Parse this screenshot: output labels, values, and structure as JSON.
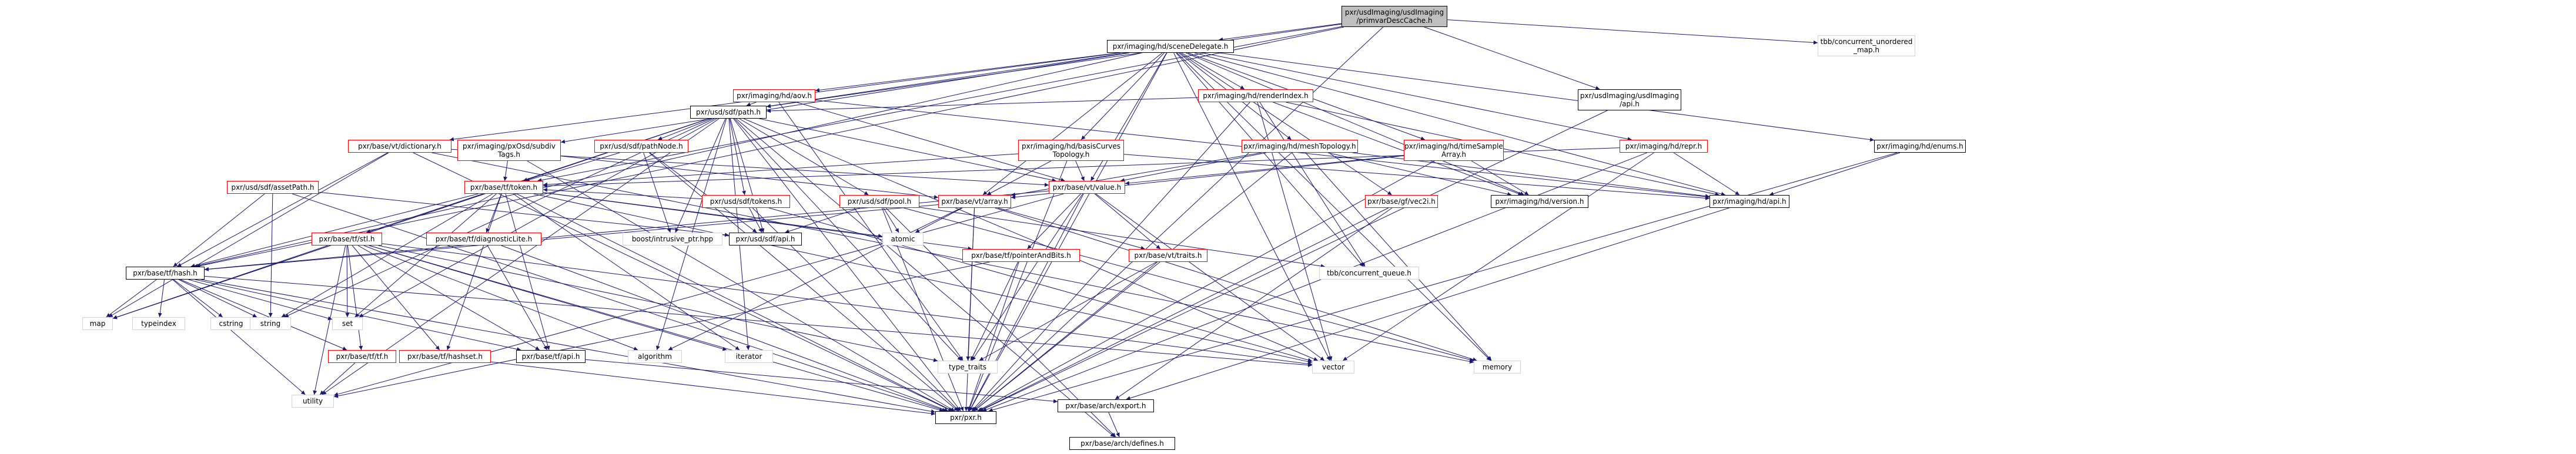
{
  "nodes": [
    {
      "id": "root",
      "lines": [
        "pxr/usdImaging/usdImaging",
        "/primvarDescCache.h"
      ],
      "style": "root",
      "link": false
    },
    {
      "id": "sceneDelegate",
      "lines": [
        "pxr/imaging/hd/sceneDelegate.h"
      ],
      "style": "black",
      "link": true
    },
    {
      "id": "tbbUnorderedMap",
      "lines": [
        "tbb/concurrent_unordered",
        "_map.h"
      ],
      "style": "plain",
      "link": false
    },
    {
      "id": "usdImagingApi",
      "lines": [
        "pxr/usdImaging/usdImaging",
        "/api.h"
      ],
      "style": "black",
      "link": true
    },
    {
      "id": "aov",
      "lines": [
        "pxr/imaging/hd/aov.h"
      ],
      "style": "red",
      "link": true
    },
    {
      "id": "renderIndex",
      "lines": [
        "pxr/imaging/hd/renderIndex.h"
      ],
      "style": "red",
      "link": true
    },
    {
      "id": "sdfPath",
      "lines": [
        "pxr/usd/sdf/path.h"
      ],
      "style": "black",
      "link": true
    },
    {
      "id": "vtDictionary",
      "lines": [
        "pxr/base/vt/dictionary.h"
      ],
      "style": "red",
      "link": true
    },
    {
      "id": "pxOsdSubdivTags",
      "lines": [
        "pxr/imaging/pxOsd/subdiv",
        "Tags.h"
      ],
      "style": "red",
      "link": true
    },
    {
      "id": "sdfPathNode",
      "lines": [
        "pxr/usd/sdf/pathNode.h"
      ],
      "style": "red",
      "link": true
    },
    {
      "id": "basisCurvesTopology",
      "lines": [
        "pxr/imaging/hd/basisCurves",
        "Topology.h"
      ],
      "style": "red",
      "link": true
    },
    {
      "id": "meshTopology",
      "lines": [
        "pxr/imaging/hd/meshTopology.h"
      ],
      "style": "red",
      "link": true
    },
    {
      "id": "timeSampleArray",
      "lines": [
        "pxr/imaging/hd/timeSample",
        "Array.h"
      ],
      "style": "red",
      "link": true
    },
    {
      "id": "hdRepr",
      "lines": [
        "pxr/imaging/hd/repr.h"
      ],
      "style": "red",
      "link": true
    },
    {
      "id": "hdEnums",
      "lines": [
        "pxr/imaging/hd/enums.h"
      ],
      "style": "black",
      "link": true
    },
    {
      "id": "sdfAssetPath",
      "lines": [
        "pxr/usd/sdf/assetPath.h"
      ],
      "style": "red",
      "link": true
    },
    {
      "id": "tfToken",
      "lines": [
        "pxr/base/tf/token.h"
      ],
      "style": "red",
      "link": true
    },
    {
      "id": "tfStl",
      "lines": [
        "pxr/base/tf/stl.h"
      ],
      "style": "red",
      "link": true
    },
    {
      "id": "sdfTokens",
      "lines": [
        "pxr/usd/sdf/tokens.h"
      ],
      "style": "red",
      "link": true
    },
    {
      "id": "sdfPool",
      "lines": [
        "pxr/usd/sdf/pool.h"
      ],
      "style": "red",
      "link": true
    },
    {
      "id": "vtArray",
      "lines": [
        "pxr/base/vt/array.h"
      ],
      "style": "red",
      "link": true
    },
    {
      "id": "vtValue",
      "lines": [
        "pxr/base/vt/value.h"
      ],
      "style": "red",
      "link": true
    },
    {
      "id": "gfVec2i",
      "lines": [
        "pxr/base/gf/vec2i.h"
      ],
      "style": "red",
      "link": true
    },
    {
      "id": "hdVersion",
      "lines": [
        "pxr/imaging/hd/version.h"
      ],
      "style": "black",
      "link": true
    },
    {
      "id": "hdApi",
      "lines": [
        "pxr/imaging/hd/api.h"
      ],
      "style": "black",
      "link": true
    },
    {
      "id": "tfHash",
      "lines": [
        "pxr/base/tf/hash.h"
      ],
      "style": "black",
      "link": true
    },
    {
      "id": "tfDiagnosticLite",
      "lines": [
        "pxr/base/tf/diagnosticLite.h"
      ],
      "style": "red",
      "link": true
    },
    {
      "id": "boostIntrusive",
      "lines": [
        "boost/intrusive_ptr.hpp"
      ],
      "style": "plain",
      "link": false
    },
    {
      "id": "sdfApi",
      "lines": [
        "pxr/usd/sdf/api.h"
      ],
      "style": "black",
      "link": true
    },
    {
      "id": "atomic",
      "lines": [
        "atomic"
      ],
      "style": "plain",
      "link": false
    },
    {
      "id": "tfPointerAndBits",
      "lines": [
        "pxr/base/tf/pointerAndBits.h"
      ],
      "style": "red",
      "link": true
    },
    {
      "id": "vtTraits",
      "lines": [
        "pxr/base/vt/traits.h"
      ],
      "style": "red",
      "link": true
    },
    {
      "id": "tbbQueue",
      "lines": [
        "tbb/concurrent_queue.h"
      ],
      "style": "plain",
      "link": false
    },
    {
      "id": "map",
      "lines": [
        "map"
      ],
      "style": "plain",
      "link": false
    },
    {
      "id": "typeindex",
      "lines": [
        "typeindex"
      ],
      "style": "plain",
      "link": false
    },
    {
      "id": "cstring",
      "lines": [
        "cstring"
      ],
      "style": "plain",
      "link": false
    },
    {
      "id": "string",
      "lines": [
        "string"
      ],
      "style": "plain",
      "link": false
    },
    {
      "id": "set",
      "lines": [
        "set"
      ],
      "style": "plain",
      "link": false
    },
    {
      "id": "tfTf",
      "lines": [
        "pxr/base/tf/tf.h"
      ],
      "style": "red",
      "link": true
    },
    {
      "id": "tfHashset",
      "lines": [
        "pxr/base/tf/hashset.h"
      ],
      "style": "red",
      "link": true
    },
    {
      "id": "tfApi",
      "lines": [
        "pxr/base/tf/api.h"
      ],
      "style": "black",
      "link": true
    },
    {
      "id": "algorithm",
      "lines": [
        "algorithm"
      ],
      "style": "plain",
      "link": false
    },
    {
      "id": "iterator",
      "lines": [
        "iterator"
      ],
      "style": "plain",
      "link": false
    },
    {
      "id": "typeTraits",
      "lines": [
        "type_traits"
      ],
      "style": "plain",
      "link": false
    },
    {
      "id": "vector",
      "lines": [
        "vector"
      ],
      "style": "plain",
      "link": false
    },
    {
      "id": "memory",
      "lines": [
        "memory"
      ],
      "style": "plain",
      "link": false
    },
    {
      "id": "utility",
      "lines": [
        "utility"
      ],
      "style": "plain",
      "link": false
    },
    {
      "id": "pxr",
      "lines": [
        "pxr/pxr.h"
      ],
      "style": "black",
      "link": true
    },
    {
      "id": "archExport",
      "lines": [
        "pxr/base/arch/export.h"
      ],
      "style": "black",
      "link": true
    },
    {
      "id": "archDefines",
      "lines": [
        "pxr/base/arch/defines.h"
      ],
      "style": "black",
      "link": true
    }
  ],
  "edges": [
    [
      "root",
      "sceneDelegate"
    ],
    [
      "root",
      "tbbUnorderedMap"
    ],
    [
      "root",
      "usdImagingApi"
    ],
    [
      "root",
      "sdfPath"
    ],
    [
      "root",
      "tfToken"
    ],
    [
      "root",
      "tfHash"
    ],
    [
      "root",
      "pxr"
    ],
    [
      "usdImagingApi",
      "pxr"
    ],
    [
      "sceneDelegate",
      "aov"
    ],
    [
      "sceneDelegate",
      "renderIndex"
    ],
    [
      "sceneDelegate",
      "sdfPath"
    ],
    [
      "sceneDelegate",
      "vtDictionary"
    ],
    [
      "sceneDelegate",
      "pxOsdSubdivTags"
    ],
    [
      "sceneDelegate",
      "basisCurvesTopology"
    ],
    [
      "sceneDelegate",
      "meshTopology"
    ],
    [
      "sceneDelegate",
      "timeSampleArray"
    ],
    [
      "sceneDelegate",
      "hdRepr"
    ],
    [
      "sceneDelegate",
      "hdEnums"
    ],
    [
      "sceneDelegate",
      "hdApi"
    ],
    [
      "sceneDelegate",
      "hdVersion"
    ],
    [
      "sceneDelegate",
      "gfVec2i"
    ],
    [
      "sceneDelegate",
      "vtArray"
    ],
    [
      "sceneDelegate",
      "vtValue"
    ],
    [
      "sceneDelegate",
      "tfHash"
    ],
    [
      "sceneDelegate",
      "tbbQueue"
    ],
    [
      "sceneDelegate",
      "vector"
    ],
    [
      "sceneDelegate",
      "memory"
    ],
    [
      "sceneDelegate",
      "pxr"
    ],
    [
      "aov",
      "sdfPath"
    ],
    [
      "aov",
      "vtValue"
    ],
    [
      "aov",
      "hdApi"
    ],
    [
      "aov",
      "typeTraits"
    ],
    [
      "renderIndex",
      "sdfPath"
    ],
    [
      "renderIndex",
      "hdApi"
    ],
    [
      "renderIndex",
      "hdVersion"
    ],
    [
      "renderIndex",
      "vector"
    ],
    [
      "renderIndex",
      "tbbQueue"
    ],
    [
      "renderIndex",
      "pxr"
    ],
    [
      "sdfPath",
      "sdfPathNode"
    ],
    [
      "sdfPath",
      "sdfTokens"
    ],
    [
      "sdfPath",
      "sdfPool"
    ],
    [
      "sdfPath",
      "sdfApi"
    ],
    [
      "sdfPath",
      "tfStl"
    ],
    [
      "sdfPath",
      "tfToken"
    ],
    [
      "sdfPath",
      "vtValue"
    ],
    [
      "sdfPath",
      "boostIntrusive"
    ],
    [
      "sdfPath",
      "iterator"
    ],
    [
      "sdfPath",
      "set"
    ],
    [
      "sdfPath",
      "string"
    ],
    [
      "sdfPath",
      "utility"
    ],
    [
      "sdfPath",
      "vector"
    ],
    [
      "sdfPath",
      "typeTraits"
    ],
    [
      "sdfPath",
      "algorithm"
    ],
    [
      "sdfPath",
      "map"
    ],
    [
      "sdfPath",
      "pxr"
    ],
    [
      "sdfPath",
      "archDefines"
    ],
    [
      "vtDictionary",
      "vtValue"
    ],
    [
      "vtDictionary",
      "tfHash"
    ],
    [
      "vtDictionary",
      "memory"
    ],
    [
      "vtDictionary",
      "map"
    ],
    [
      "vtDictionary",
      "pxr"
    ],
    [
      "pxOsdSubdivTags",
      "tfToken"
    ],
    [
      "pxOsdSubdivTags",
      "vtArray"
    ],
    [
      "pxOsdSubdivTags",
      "pxr"
    ],
    [
      "sdfPathNode",
      "tfToken"
    ],
    [
      "sdfPathNode",
      "sdfApi"
    ],
    [
      "sdfPathNode",
      "boostIntrusive"
    ],
    [
      "sdfPathNode",
      "pxr"
    ],
    [
      "basisCurvesTopology",
      "vtArray"
    ],
    [
      "basisCurvesTopology",
      "vtValue"
    ],
    [
      "basisCurvesTopology",
      "hdApi"
    ],
    [
      "basisCurvesTopology",
      "tfToken"
    ],
    [
      "basisCurvesTopology",
      "pxr"
    ],
    [
      "meshTopology",
      "vtArray"
    ],
    [
      "meshTopology",
      "vtValue"
    ],
    [
      "meshTopology",
      "hdApi"
    ],
    [
      "meshTopology",
      "hdVersion"
    ],
    [
      "meshTopology",
      "memory"
    ],
    [
      "meshTopology",
      "pxr"
    ],
    [
      "timeSampleArray",
      "vtArray"
    ],
    [
      "timeSampleArray",
      "vtValue"
    ],
    [
      "timeSampleArray",
      "hdVersion"
    ],
    [
      "timeSampleArray",
      "pxr"
    ],
    [
      "hdRepr",
      "hdApi"
    ],
    [
      "hdRepr",
      "tfToken"
    ],
    [
      "hdRepr",
      "vector"
    ],
    [
      "hdRepr",
      "pxr"
    ],
    [
      "hdEnums",
      "hdApi"
    ],
    [
      "hdEnums",
      "pxr"
    ],
    [
      "hdApi",
      "archExport"
    ],
    [
      "sdfAssetPath",
      "tfHash"
    ],
    [
      "sdfAssetPath",
      "sdfApi"
    ],
    [
      "sdfAssetPath",
      "string"
    ],
    [
      "sdfAssetPath",
      "pxr"
    ],
    [
      "tfToken",
      "tfHash"
    ],
    [
      "tfToken",
      "tfDiagnosticLite"
    ],
    [
      "tfToken",
      "tfPointerAndBits"
    ],
    [
      "tfToken",
      "tfHashset"
    ],
    [
      "tfToken",
      "tfApi"
    ],
    [
      "tfToken",
      "atomic"
    ],
    [
      "tfToken",
      "string"
    ],
    [
      "tfToken",
      "vector"
    ],
    [
      "tfToken",
      "map"
    ],
    [
      "tfToken",
      "set"
    ],
    [
      "tfToken",
      "iterator"
    ],
    [
      "tfToken",
      "pxr"
    ],
    [
      "tfStl",
      "tfTf"
    ],
    [
      "tfStl",
      "tfHashset"
    ],
    [
      "tfStl",
      "tfApi"
    ],
    [
      "tfStl",
      "algorithm"
    ],
    [
      "tfStl",
      "iterator"
    ],
    [
      "tfStl",
      "map"
    ],
    [
      "tfStl",
      "set"
    ],
    [
      "tfStl",
      "typeTraits"
    ],
    [
      "tfStl",
      "utility"
    ],
    [
      "tfStl",
      "vector"
    ],
    [
      "tfStl",
      "pxr"
    ],
    [
      "sdfTokens",
      "sdfApi"
    ],
    [
      "sdfTokens",
      "tfToken"
    ],
    [
      "sdfTokens",
      "vector"
    ],
    [
      "sdfTokens",
      "pxr"
    ],
    [
      "sdfPool",
      "sdfApi"
    ],
    [
      "sdfPool",
      "atomic"
    ],
    [
      "sdfPool",
      "tbbQueue"
    ],
    [
      "sdfPool",
      "archDefines"
    ],
    [
      "sdfPool",
      "pxr"
    ],
    [
      "sdfPool",
      "memory"
    ],
    [
      "vtArray",
      "vtTraits"
    ],
    [
      "vtArray",
      "tfHash"
    ],
    [
      "vtArray",
      "atomic"
    ],
    [
      "vtArray",
      "algorithm"
    ],
    [
      "vtArray",
      "memory"
    ],
    [
      "vtArray",
      "typeTraits"
    ],
    [
      "vtArray",
      "pxr"
    ],
    [
      "vtValue",
      "vtTraits"
    ],
    [
      "vtValue",
      "tfPointerAndBits"
    ],
    [
      "vtValue",
      "tfHash"
    ],
    [
      "vtValue",
      "typeTraits"
    ],
    [
      "vtValue",
      "utility"
    ],
    [
      "vtValue",
      "vector"
    ],
    [
      "vtValue",
      "pxr"
    ],
    [
      "gfVec2i",
      "pxr"
    ],
    [
      "gfVec2i",
      "archExport"
    ],
    [
      "tfHash",
      "map"
    ],
    [
      "tfHash",
      "typeindex"
    ],
    [
      "tfHash",
      "cstring"
    ],
    [
      "tfHash",
      "string"
    ],
    [
      "tfHash",
      "set"
    ],
    [
      "tfHash",
      "utility"
    ],
    [
      "tfHash",
      "vector"
    ],
    [
      "tfHash",
      "tfTf"
    ],
    [
      "tfHash",
      "tfApi"
    ],
    [
      "tfHash",
      "pxr"
    ],
    [
      "tfDiagnosticLite",
      "tfApi"
    ],
    [
      "tfDiagnosticLite",
      "pxr"
    ],
    [
      "tfPointerAndBits",
      "typeTraits"
    ],
    [
      "tfPointerAndBits",
      "utility"
    ],
    [
      "tfPointerAndBits",
      "pxr"
    ],
    [
      "vtTraits",
      "typeTraits"
    ],
    [
      "vtTraits",
      "pxr"
    ],
    [
      "tfTf",
      "utility"
    ],
    [
      "tfHashset",
      "pxr"
    ],
    [
      "tfApi",
      "archExport"
    ],
    [
      "archExport",
      "archDefines"
    ]
  ]
}
